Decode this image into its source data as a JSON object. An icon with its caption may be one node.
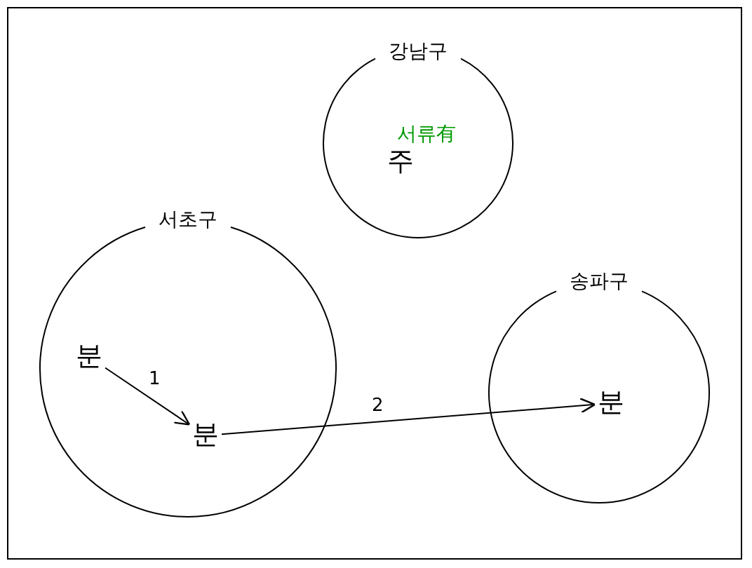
{
  "diagram": {
    "nodes": [
      {
        "text": [
          "강남구",
          "서류有",
          "주"
        ]
      },
      {
        "text": [
          "서초구"
        ]
      },
      {
        "text": [
          "분"
        ],
        "in": 1
      },
      {
        "text": [
          "분"
        ],
        "in": 1
      },
      {
        "text": [
          "송파구"
        ]
      },
      {
        "text": [
          "분"
        ],
        "in": 4
      }
    ],
    "edges": [
      {
        "from": 2,
        "to": 3,
        "arrow": "to",
        "label": "1"
      },
      {
        "from": 3,
        "to": 5,
        "arrow": "to",
        "label": "2"
      }
    ]
  }
}
